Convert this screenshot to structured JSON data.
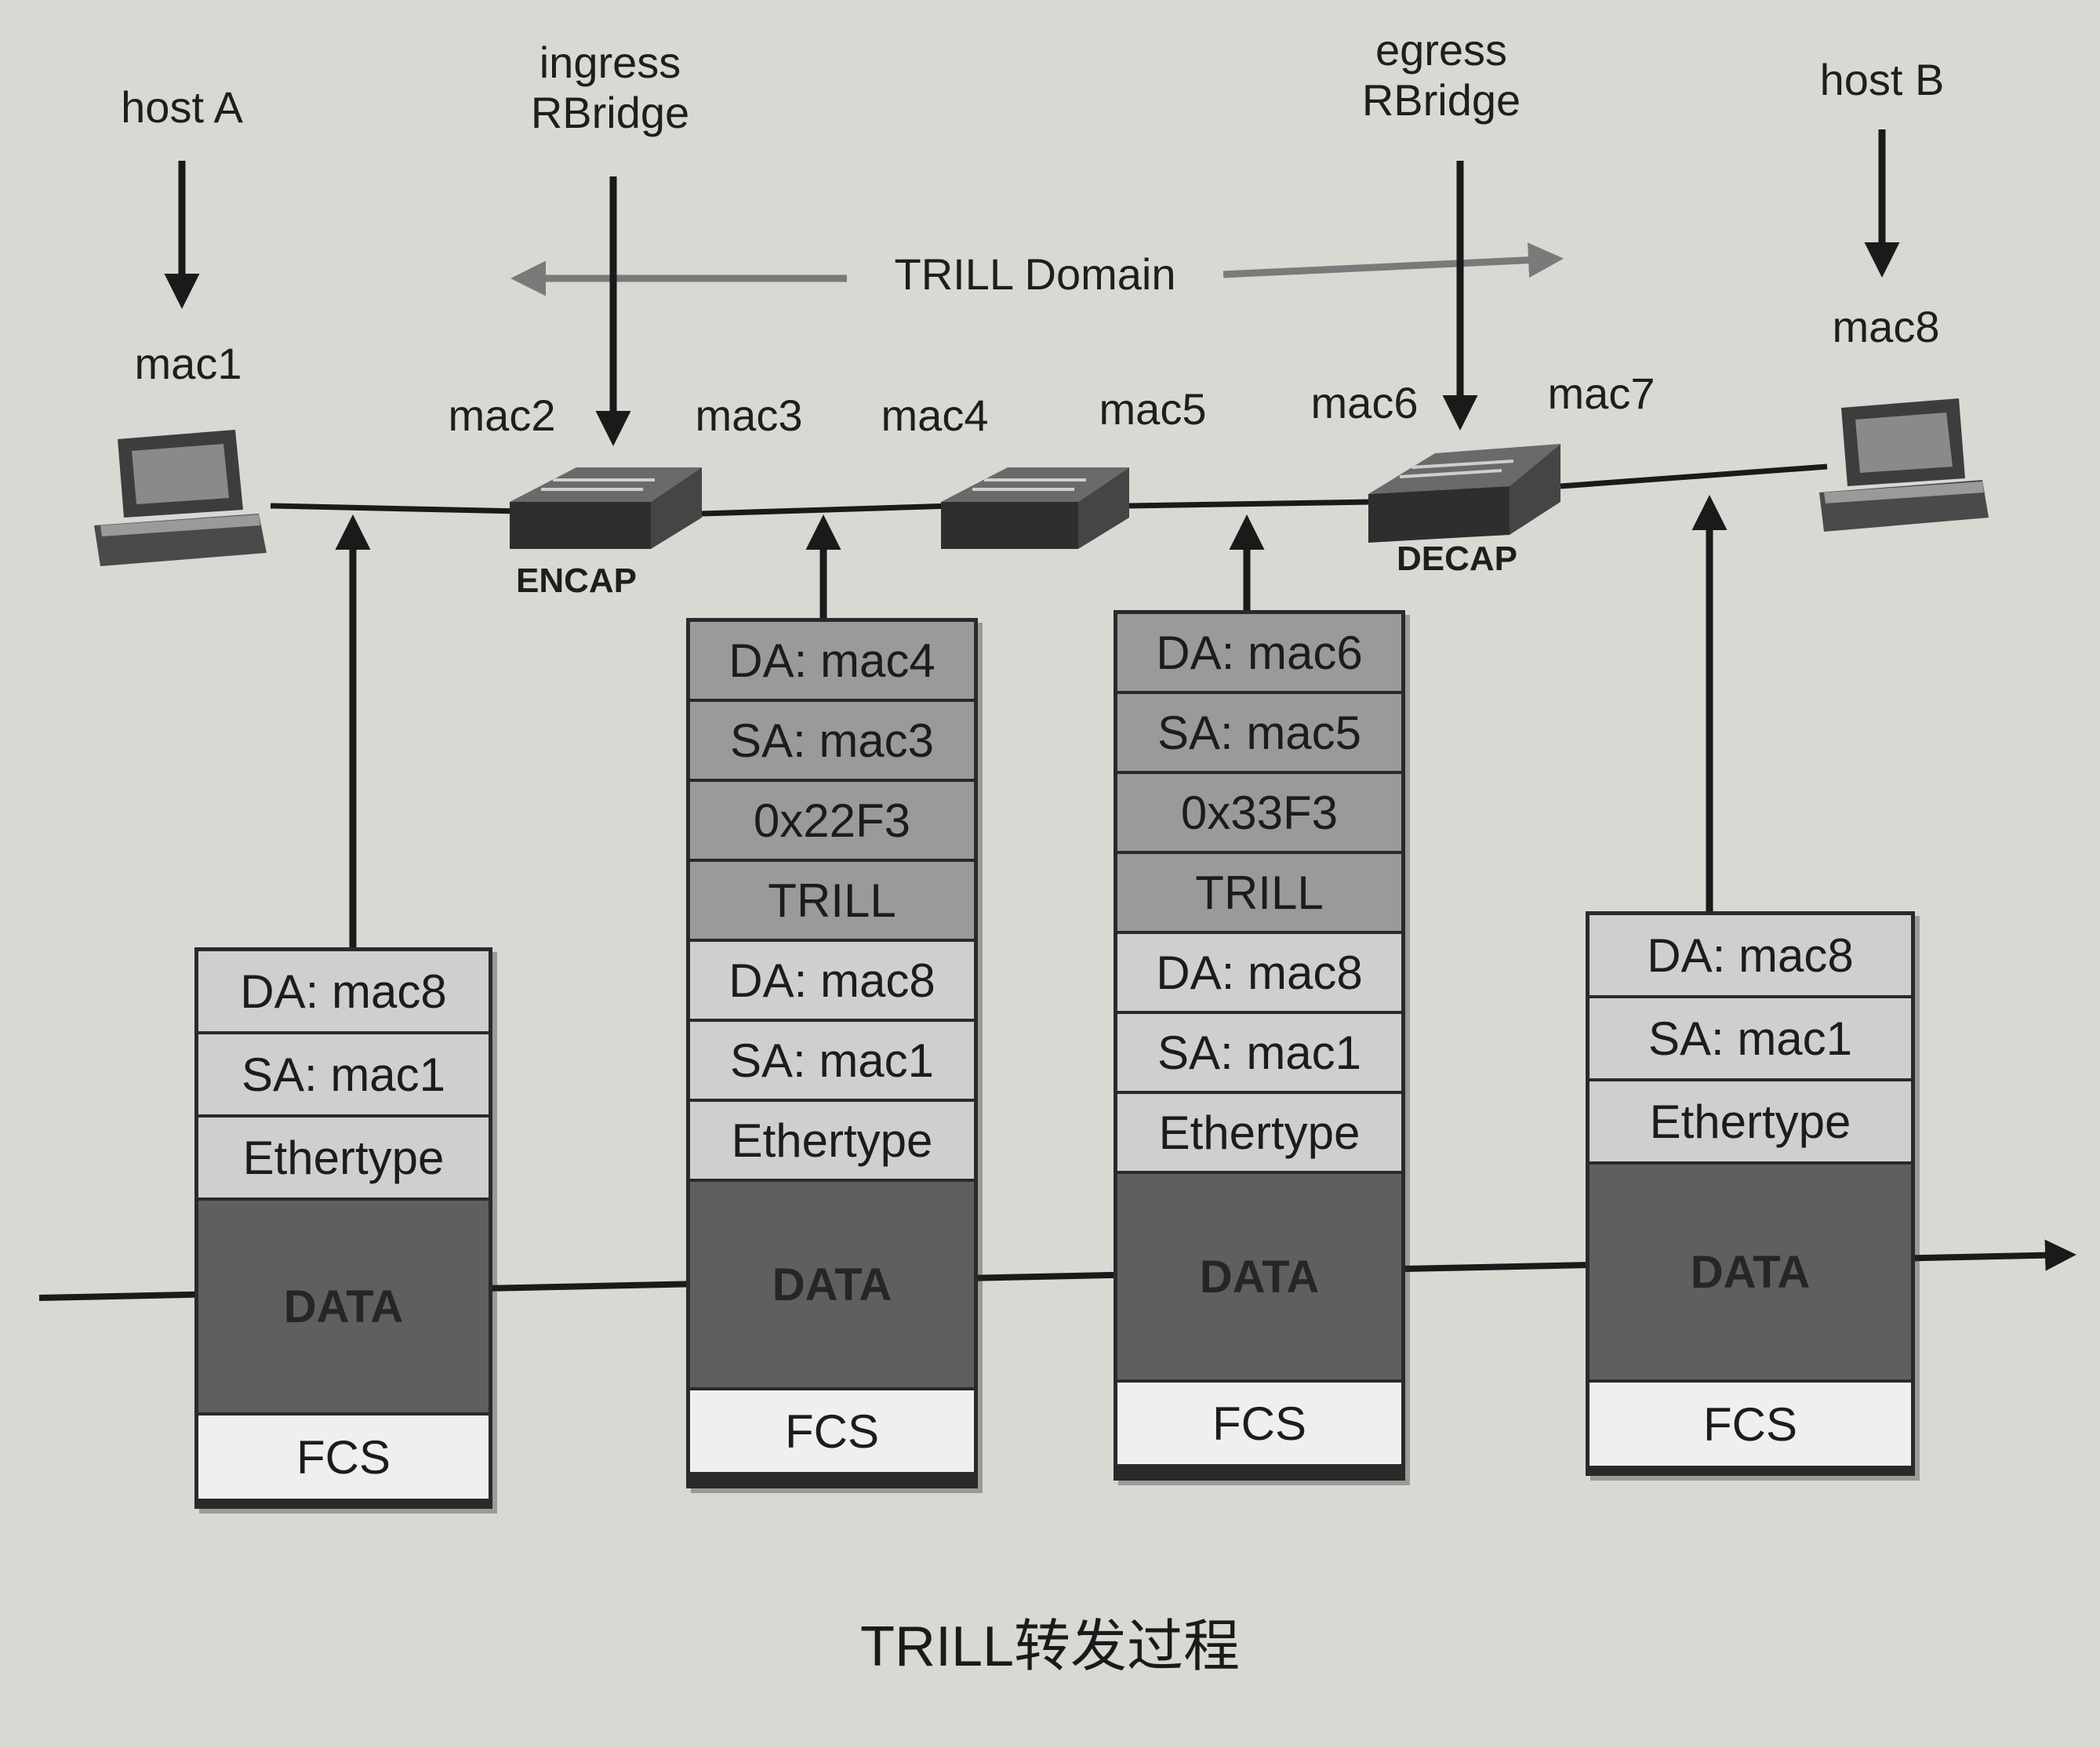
{
  "nodes": {
    "host_a": "host A",
    "host_b": "host B",
    "ingress": [
      "ingress",
      "RBridge"
    ],
    "egress": [
      "egress",
      "RBridge"
    ],
    "domain": "TRILL Domain"
  },
  "macs": [
    "mac1",
    "mac2",
    "mac3",
    "mac4",
    "mac5",
    "mac6",
    "mac7",
    "mac8"
  ],
  "switch_labels": {
    "encap": "ENCAP",
    "decap": "DECAP"
  },
  "frames": [
    {
      "fields": [
        "DA: mac8",
        "SA: mac1",
        "Ethertype",
        "DATA",
        "FCS"
      ]
    },
    {
      "fields": [
        "DA: mac4",
        "SA: mac3",
        "0x22F3",
        "TRILL",
        "DA: mac8",
        "SA: mac1",
        "Ethertype",
        "DATA",
        "FCS"
      ]
    },
    {
      "fields": [
        "DA: mac6",
        "SA: mac5",
        "0x33F3",
        "TRILL",
        "DA: mac8",
        "SA: mac1",
        "Ethertype",
        "DATA",
        "FCS"
      ]
    },
    {
      "fields": [
        "DA: mac8",
        "SA: mac1",
        "Ethertype",
        "DATA",
        "FCS"
      ]
    }
  ],
  "caption": "TRILL转发过程",
  "colors": {
    "background": "#d9d8d3",
    "outer_header": "#9a9a9a",
    "inner_header": "#cfcfcf",
    "data_block": "#5f5f5f",
    "fcs_block": "#efefef"
  }
}
